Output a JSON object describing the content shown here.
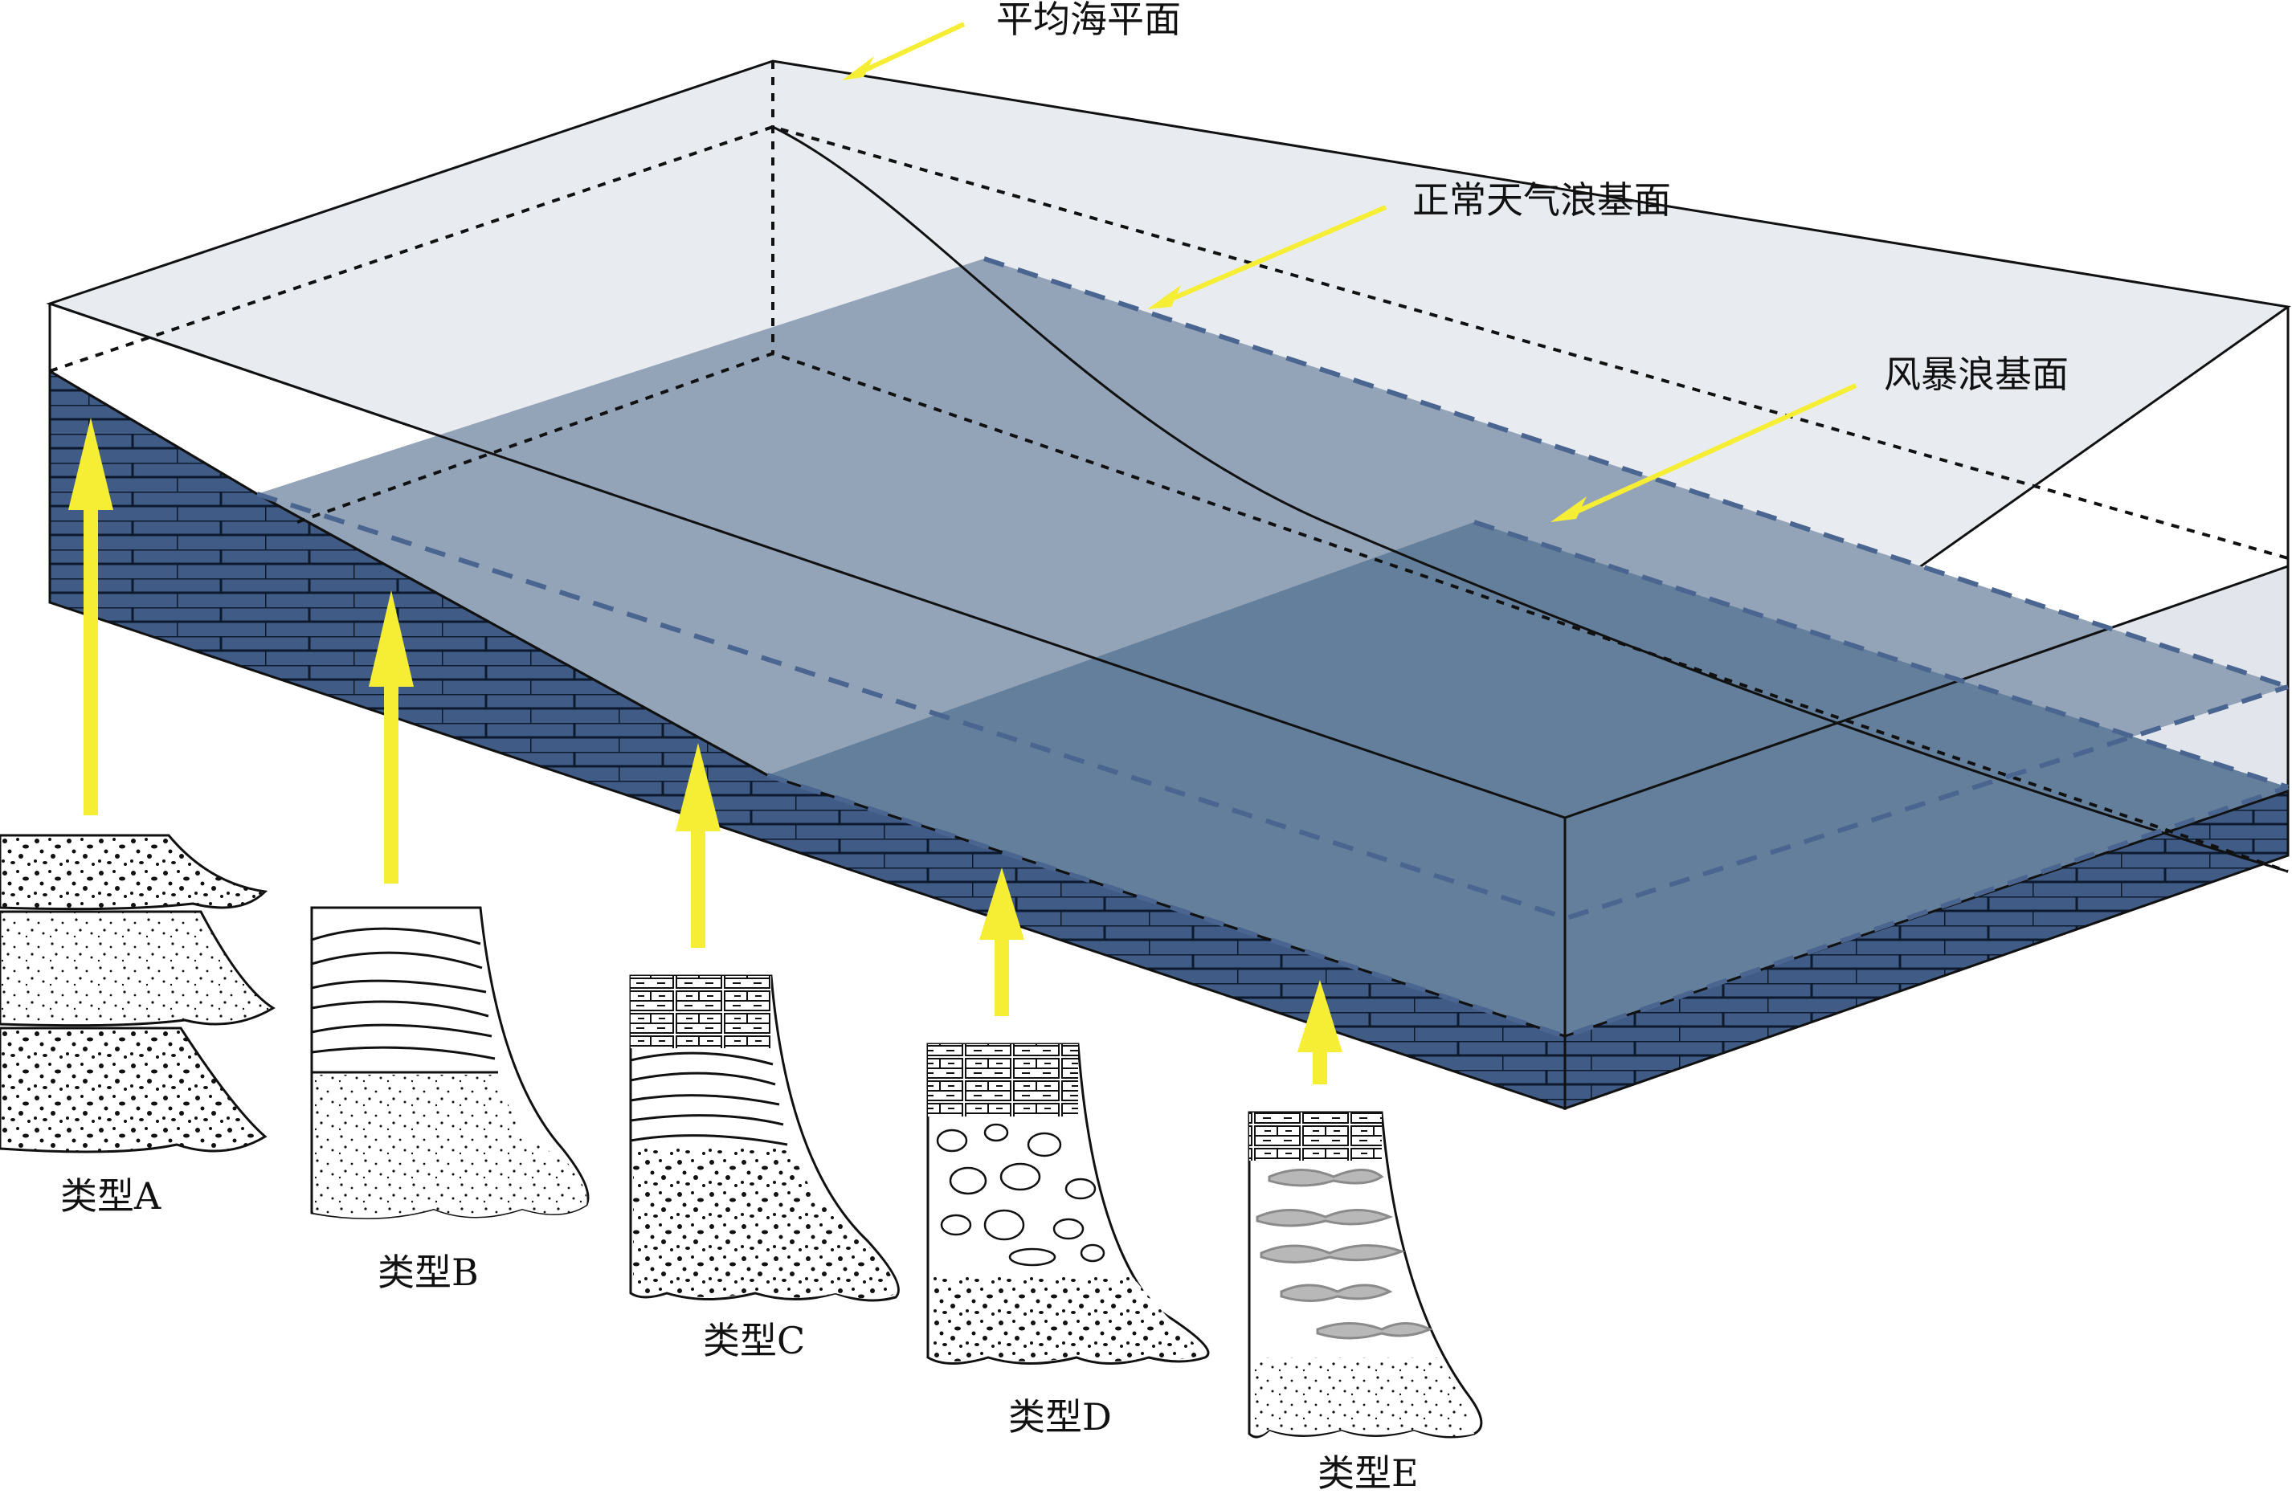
{
  "labels": {
    "mean_sea_level": "平均海平面",
    "fair_weather_wave_base": "正常天气浪基面",
    "storm_wave_base": "风暴浪基面"
  },
  "columns": [
    {
      "id": "A",
      "label": "类型A"
    },
    {
      "id": "B",
      "label": "类型B"
    },
    {
      "id": "C",
      "label": "类型C"
    },
    {
      "id": "D",
      "label": "类型D"
    },
    {
      "id": "E",
      "label": "类型E"
    }
  ],
  "colors": {
    "water_top": "#e8ebef",
    "shelf_light": "#93a3b8",
    "shelf_deep": "#647f9b",
    "rock": "#3f5b86",
    "arrow": "#f6ee35",
    "line": "#111111",
    "dash": "#4a6690"
  }
}
